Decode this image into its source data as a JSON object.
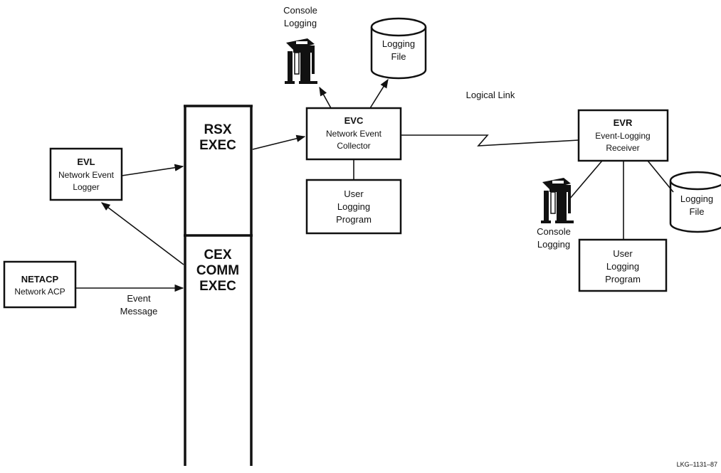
{
  "rsx_exec": {
    "line1": "RSX",
    "line2": "EXEC"
  },
  "cex_exec": {
    "line1": "CEX",
    "line2": "COMM",
    "line3": "EXEC"
  },
  "evl": {
    "title": "EVL",
    "line1": "Network Event",
    "line2": "Logger"
  },
  "netacp": {
    "title": "NETACP",
    "line1": "Network ACP"
  },
  "event_message": {
    "line1": "Event",
    "line2": "Message"
  },
  "evc": {
    "title": "EVC",
    "line1": "Network Event",
    "line2": "Collector"
  },
  "evc_user_program": {
    "line1": "User",
    "line2": "Logging",
    "line3": "Program"
  },
  "evc_console": {
    "line1": "Console",
    "line2": "Logging"
  },
  "evc_logging_file": {
    "line1": "Logging",
    "line2": "File"
  },
  "logical_link": "Logical Link",
  "evr": {
    "title": "EVR",
    "line1": "Event-Logging",
    "line2": "Receiver"
  },
  "evr_console": {
    "line1": "Console",
    "line2": "Logging"
  },
  "evr_logging_file": {
    "line1": "Logging",
    "line2": "File"
  },
  "evr_user_program": {
    "line1": "User",
    "line2": "Logging",
    "line3": "Program"
  },
  "figure_code": "LKG–1131–87",
  "icons": {
    "console": "printer-terminal-icon",
    "file": "disk-cylinder-icon"
  },
  "colors": {
    "ink": "#111111",
    "background": "#ffffff"
  }
}
